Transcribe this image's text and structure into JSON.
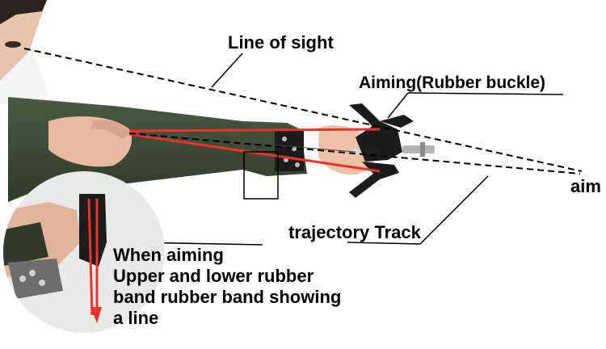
{
  "labels": {
    "line_of_sight": "Line of sight",
    "aiming_buckle": "Aiming(Rubber buckle)",
    "trajectory": "trajectory Track",
    "aim": "aim"
  },
  "note_lines": [
    "When aiming",
    "Upper and lower rubber",
    "band rubber band showing",
    "a line"
  ],
  "colors": {
    "rubber_band": "#e8322a",
    "sleeve": "#3b4a35",
    "skin": "#f2cdb8",
    "metal": "#1c1c1c"
  }
}
